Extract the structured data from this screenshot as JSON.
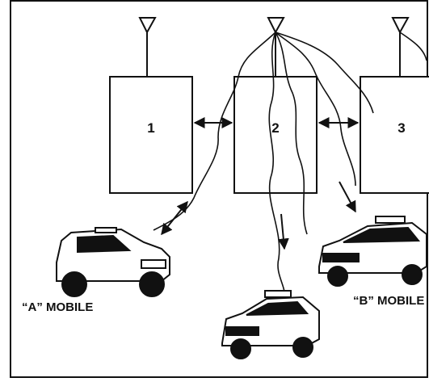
{
  "boxes": [
    {
      "label": "1"
    },
    {
      "label": "2"
    },
    {
      "label": "3"
    }
  ],
  "vehicles": {
    "a": {
      "label": "“A” MOBILE"
    },
    "b": {
      "label": "“B” MOBILE"
    }
  },
  "colors": {
    "line": "#111111",
    "background": "#ffffff"
  }
}
